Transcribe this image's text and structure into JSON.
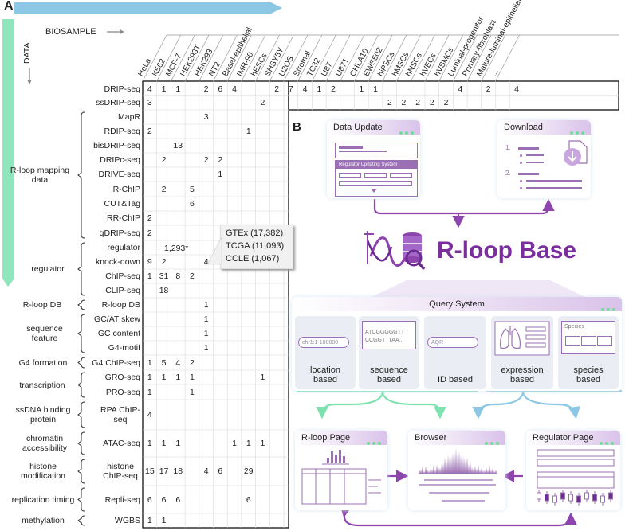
{
  "panelA": {
    "label": "A",
    "biosample_label": "BIOSAMPLE",
    "data_label": "DATA",
    "columns": [
      "HeLa",
      "K562",
      "MCF-7",
      "HEK293T",
      "HEK293",
      "NT2",
      "Basal-epithelial",
      "IMR-90",
      "hESCs",
      "SHSY5Y",
      "U2OS",
      "Stromal",
      "TC32",
      "U87",
      "U87T",
      "CHLA10",
      "EWS502",
      "hiPSCs",
      "hMSCs",
      "hNSCs",
      "hVECs",
      "hVSMCs",
      "Luminal-progenitor",
      "Primary-fibroblast",
      "Mature-luminal-epithelial",
      "..."
    ],
    "rows": [
      {
        "label": "DRIP-seq",
        "cells": [
          "4",
          "1",
          "1",
          "",
          "2",
          "6",
          "4",
          "",
          "",
          "2",
          "7",
          "4",
          "1",
          "2",
          "",
          "1",
          "1",
          "",
          "",
          "",
          "",
          "",
          "4",
          "",
          "2",
          "",
          "4"
        ]
      },
      {
        "label": "ssDRIP-seq",
        "cells": [
          "3",
          "",
          "",
          "",
          "",
          "",
          "",
          "",
          "2",
          "",
          "",
          "",
          "",
          "",
          "",
          "",
          "",
          "2",
          "2",
          "2",
          "2",
          "2"
        ]
      },
      {
        "label": "MapR",
        "cells": [
          "",
          "",
          "",
          "",
          "3"
        ]
      },
      {
        "label": "RDIP-seq",
        "cells": [
          "2",
          "",
          "",
          "",
          "",
          "",
          "",
          "1"
        ]
      },
      {
        "label": "bisDRIP-seq",
        "cells": [
          "",
          "",
          "13"
        ]
      },
      {
        "label": "DRIPc-seq",
        "cells": [
          "",
          "2",
          "",
          "",
          "2",
          "2"
        ]
      },
      {
        "label": "DRIVE-seq",
        "cells": [
          "",
          "",
          "",
          "",
          "",
          "1"
        ]
      },
      {
        "label": "R-ChIP",
        "cells": [
          "",
          "2",
          "",
          "5"
        ]
      },
      {
        "label": "CUT&Tag",
        "cells": [
          "",
          "",
          "",
          "6"
        ]
      },
      {
        "label": "RR-ChIP",
        "cells": [
          "2"
        ]
      },
      {
        "label": "qDRIP-seq",
        "cells": [
          "2"
        ]
      },
      {
        "label": "regulator",
        "cells": []
      },
      {
        "label": "knock-down",
        "cells": [
          "9",
          "2",
          "",
          "",
          "4"
        ]
      },
      {
        "label": "ChIP-seq",
        "cells": [
          "1",
          "31",
          "8",
          "2"
        ]
      },
      {
        "label": "CLIP-seq",
        "cells": [
          "",
          "18"
        ]
      },
      {
        "label": "R-loop DB",
        "cells": [
          "",
          "",
          "",
          "",
          "1"
        ]
      },
      {
        "label": "GC/AT skew",
        "cells": [
          "",
          "",
          "",
          "",
          "1"
        ]
      },
      {
        "label": "GC content",
        "cells": [
          "",
          "",
          "",
          "",
          "1"
        ]
      },
      {
        "label": "G4-motif",
        "cells": [
          "",
          "",
          "",
          "",
          "1"
        ]
      },
      {
        "label": "G4 ChIP-seq",
        "cells": [
          "1",
          "5",
          "4",
          "2"
        ]
      },
      {
        "label": "GRO-seq",
        "cells": [
          "1",
          "1",
          "1",
          "1",
          "",
          "",
          "",
          "",
          "1"
        ]
      },
      {
        "label": "PRO-seq",
        "cells": [
          "1",
          "",
          "",
          "1"
        ]
      },
      {
        "label": "RPA ChIP-seq",
        "cells": [
          "4"
        ]
      },
      {
        "label": "ATAC-seq",
        "cells": [
          "1",
          "1",
          "1",
          "",
          "",
          "",
          "1",
          "1",
          "1"
        ]
      },
      {
        "label": "histone ChIP-seq",
        "cells": [
          "15",
          "17",
          "18",
          "",
          "4",
          "6",
          "",
          "29"
        ]
      },
      {
        "label": "Repli-seq",
        "cells": [
          "6",
          "6",
          "6",
          "",
          "",
          "",
          "",
          "6"
        ]
      },
      {
        "label": "WGBS",
        "cells": [
          "1",
          "1"
        ]
      }
    ],
    "regulator_value": "1,293*",
    "groups": [
      "R-loop mapping data",
      "regulator",
      "R-loop DB",
      "sequence feature",
      "G4 formation",
      "transcription",
      "ssDNA binding protein",
      "chromatin accessibility",
      "histone modification",
      "replication timing",
      "methylation"
    ],
    "tooltip": [
      "GTEx (17,382)",
      "TCGA (11,093)",
      "CCLE (1,067)"
    ]
  },
  "panelB": {
    "label": "B",
    "data_update": {
      "title": "Data Update",
      "sub": "Regulator Updating System"
    },
    "download": {
      "title": "Download",
      "items": [
        "1.",
        "2."
      ]
    },
    "logo": "R-loop Base",
    "query_system": {
      "title": "Query System",
      "cards": [
        {
          "label": "location based",
          "input": "chr1:1-100000"
        },
        {
          "label": "sequence based",
          "seq1": "ATCGGGGGTT",
          "seq2": "CCGGTTTAA..."
        },
        {
          "label": "ID based",
          "input": "AQR"
        },
        {
          "label": "expression based"
        },
        {
          "label": "species based",
          "input": "Species"
        }
      ]
    },
    "rloop_page": "R-loop Page",
    "browser": "Browser",
    "regulator_page": "Regulator Page"
  },
  "colors": {
    "purple": "#8e44ad",
    "green": "#7ee2b0",
    "blue": "#8cc8e6",
    "lavender": "#e8dcf2"
  }
}
